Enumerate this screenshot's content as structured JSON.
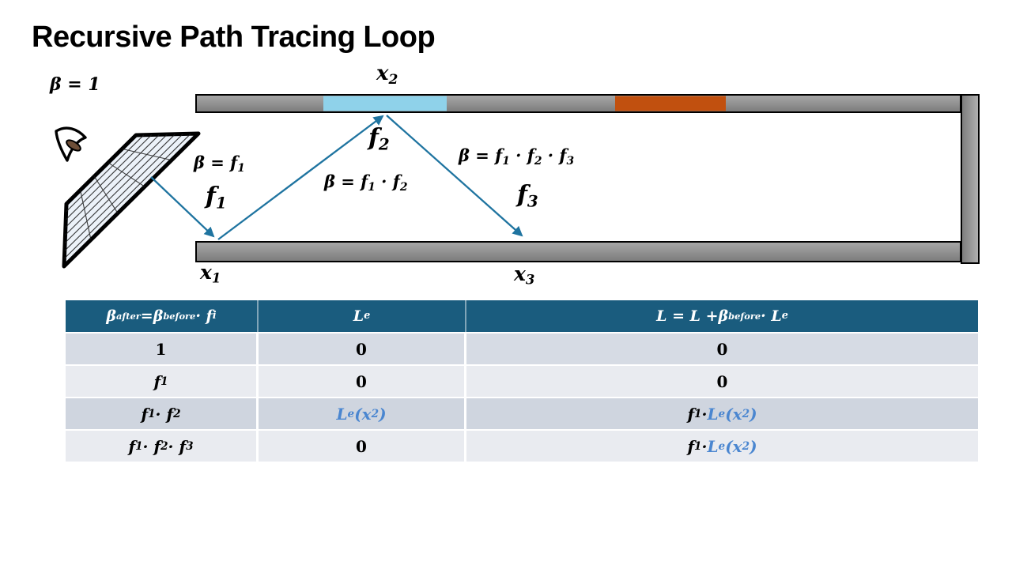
{
  "title": "Recursive Path Tracing Loop",
  "colors": {
    "header_bg": "#1A5C7E",
    "light_blue": "#8FD2EA",
    "orange": "#C1500F",
    "ray": "#1F74A0",
    "blue_text": "#4A86D0",
    "row_dark": "#D6DBE4",
    "row_light": "#E9EBF0",
    "row_highlight": "#CFD5DF"
  },
  "diagram": {
    "icons": {
      "eye": "eye-icon",
      "image_plane": "camera-image-plane-grid"
    },
    "labels": {
      "beta_init": [
        {
          "t": "β = 1"
        }
      ],
      "x2": [
        {
          "t": "x"
        },
        {
          "t": "2",
          "sub": true
        }
      ],
      "beta_f1": [
        {
          "t": "β = f"
        },
        {
          "t": "1",
          "sub": true
        }
      ],
      "f2": [
        {
          "t": "f"
        },
        {
          "t": "2",
          "sub": true
        }
      ],
      "beta_f1f2": [
        {
          "t": "β = f"
        },
        {
          "t": "1",
          "sub": true
        },
        {
          "t": " · f"
        },
        {
          "t": "2",
          "sub": true
        }
      ],
      "beta_f1f2f3": [
        {
          "t": "β = f"
        },
        {
          "t": "1",
          "sub": true
        },
        {
          "t": " · f"
        },
        {
          "t": "2",
          "sub": true
        },
        {
          "t": " · f"
        },
        {
          "t": "3",
          "sub": true
        }
      ],
      "f1": [
        {
          "t": "f"
        },
        {
          "t": "1",
          "sub": true
        }
      ],
      "f3": [
        {
          "t": "f"
        },
        {
          "t": "3",
          "sub": true
        }
      ],
      "x1": [
        {
          "t": "x"
        },
        {
          "t": "1",
          "sub": true
        }
      ],
      "x3": [
        {
          "t": "x"
        },
        {
          "t": "3",
          "sub": true
        }
      ]
    }
  },
  "table": {
    "headers": [
      [
        {
          "t": "β"
        },
        {
          "t": "after",
          "sup": true
        },
        {
          "t": " = "
        },
        {
          "t": "β"
        },
        {
          "t": "before",
          "sup": true
        },
        {
          "t": " · f"
        },
        {
          "t": "i",
          "sub": true
        }
      ],
      [
        {
          "t": "L"
        },
        {
          "t": "e",
          "sub": true
        }
      ],
      [
        {
          "t": "L = L + "
        },
        {
          "t": "β"
        },
        {
          "t": "before",
          "sup": true
        },
        {
          "t": " · L"
        },
        {
          "t": "e",
          "sub": true
        }
      ]
    ],
    "rows": [
      {
        "cells": [
          [
            {
              "t": "1",
              "up": true
            }
          ],
          [
            {
              "t": "0",
              "up": true
            }
          ],
          [
            {
              "t": "0",
              "up": true
            }
          ]
        ]
      },
      {
        "cells": [
          [
            {
              "t": "f"
            },
            {
              "t": "1",
              "sub": true
            }
          ],
          [
            {
              "t": "0",
              "up": true
            }
          ],
          [
            {
              "t": "0",
              "up": true
            }
          ]
        ]
      },
      {
        "cells": [
          [
            {
              "t": "f"
            },
            {
              "t": "1",
              "sub": true
            },
            {
              "t": " · f"
            },
            {
              "t": "2",
              "sub": true
            }
          ],
          [
            {
              "t": "L",
              "color": "#4A86D0"
            },
            {
              "t": "e",
              "sub": true,
              "color": "#4A86D0"
            },
            {
              "t": "(",
              "color": "#4A86D0"
            },
            {
              "t": "x",
              "color": "#4A86D0"
            },
            {
              "t": "2",
              "sub": true,
              "color": "#4A86D0"
            },
            {
              "t": ")",
              "color": "#4A86D0"
            }
          ],
          [
            {
              "t": "f"
            },
            {
              "t": "1",
              "sub": true
            },
            {
              "t": " · "
            },
            {
              "t": "L",
              "color": "#4A86D0"
            },
            {
              "t": "e",
              "sub": true,
              "color": "#4A86D0"
            },
            {
              "t": "(",
              "color": "#4A86D0"
            },
            {
              "t": "x",
              "color": "#4A86D0"
            },
            {
              "t": "2",
              "sub": true,
              "color": "#4A86D0"
            },
            {
              "t": ")",
              "color": "#4A86D0"
            }
          ]
        ]
      },
      {
        "cells": [
          [
            {
              "t": "f"
            },
            {
              "t": "1",
              "sub": true
            },
            {
              "t": " · f"
            },
            {
              "t": "2",
              "sub": true
            },
            {
              "t": " · f"
            },
            {
              "t": "3",
              "sub": true
            }
          ],
          [
            {
              "t": "0",
              "up": true
            }
          ],
          [
            {
              "t": "f"
            },
            {
              "t": "1",
              "sub": true
            },
            {
              "t": " · "
            },
            {
              "t": "L",
              "color": "#4A86D0"
            },
            {
              "t": "e",
              "sub": true,
              "color": "#4A86D0"
            },
            {
              "t": "(",
              "color": "#4A86D0"
            },
            {
              "t": "x",
              "color": "#4A86D0"
            },
            {
              "t": "2",
              "sub": true,
              "color": "#4A86D0"
            },
            {
              "t": ")",
              "color": "#4A86D0"
            }
          ]
        ]
      }
    ]
  }
}
